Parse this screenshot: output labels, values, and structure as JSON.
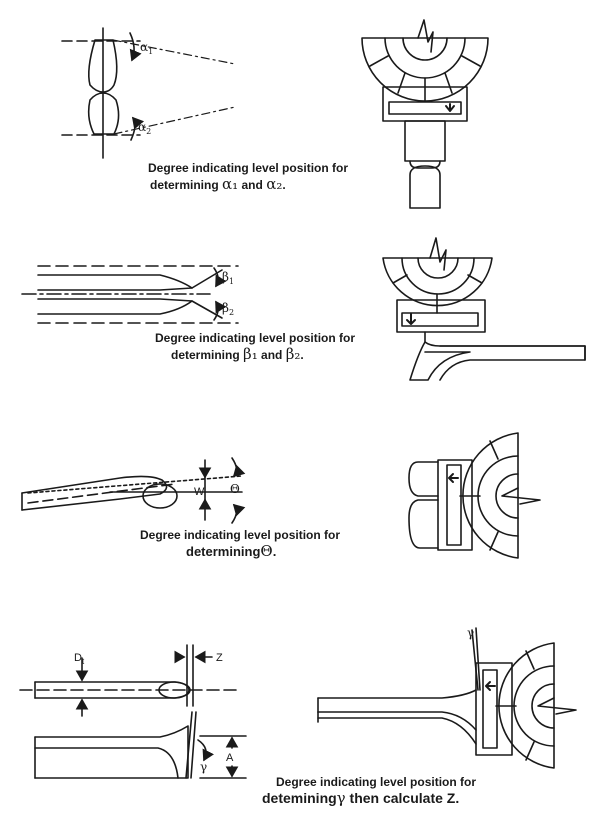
{
  "captions": {
    "c1": {
      "line1": "Degree indicating level position for",
      "prefix": "determining ",
      "sym1": "α₁",
      "mid": " and ",
      "sym2": "α₂",
      "suffix": "."
    },
    "c2": {
      "line1": "Degree indicating level position for",
      "prefix": "determining ",
      "sym1": "β₁",
      "mid": " and ",
      "sym2": "β₂",
      "suffix": "."
    },
    "c3": {
      "line1": "Degree indicating level position for",
      "prefix": "determining",
      "sym1": "Θ",
      "suffix": "."
    },
    "c4": {
      "line1": "Degree indicating level position for",
      "prefix": "detemining",
      "sym1": "γ",
      "suffix": " then calculate Z."
    }
  },
  "labels": {
    "alpha1": "α",
    "alpha1_sub": "1",
    "alpha2": "α",
    "alpha2_sub": "2",
    "beta1": "β",
    "beta1_sub": "1",
    "beta2": "β",
    "beta2_sub": "2",
    "w": "W",
    "theta": "Θ",
    "dt": "D",
    "dt_sub": "t",
    "z": "Z",
    "gamma_lower": "γ",
    "a": "A",
    "gamma_upper": "γ"
  },
  "colors": {
    "ink": "#1a1a1a",
    "paper": "#ffffff"
  },
  "icons": [
    "arrow-down-icon",
    "arrow-left-icon",
    "pointer-needle-icon"
  ]
}
